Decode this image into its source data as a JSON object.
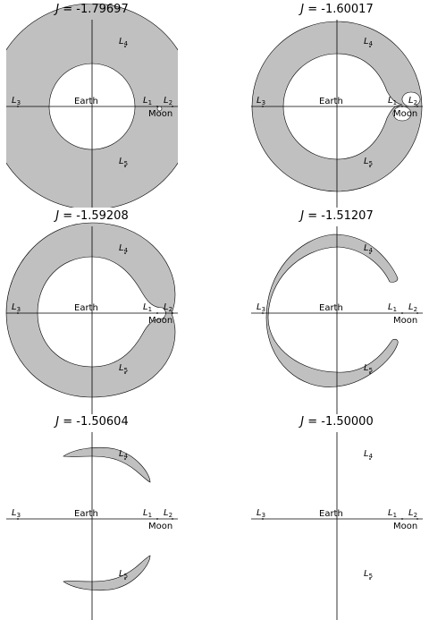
{
  "chart_data": {
    "type": "diagram",
    "panels": [
      {
        "J": "-1.79697",
        "title": "J = -1.79697",
        "title_var": "J",
        "title_value": "= -1.79697"
      },
      {
        "J": "-1.60017",
        "title": "J = -1.60017",
        "title_var": "J",
        "title_value": "= -1.60017"
      },
      {
        "J": "-1.59208",
        "title": "J = -1.59208",
        "title_var": "J",
        "title_value": "= -1.59208"
      },
      {
        "J": "-1.51207",
        "title": "J = -1.51207",
        "title_var": "J",
        "title_value": "= -1.51207"
      },
      {
        "J": "-1.50604",
        "title": "J = -1.50604",
        "title_var": "J",
        "title_value": "= -1.50604"
      },
      {
        "J": "-1.50000",
        "title": "J = -1.50000",
        "title_var": "J",
        "title_value": "= -1.50000"
      }
    ],
    "labels": {
      "earth": "Earth",
      "moon": "Moon",
      "l1": {
        "sym": "L",
        "sub": "1"
      },
      "l2": {
        "sym": "L",
        "sub": "2"
      },
      "l3": {
        "sym": "L",
        "sub": "3"
      },
      "l4": {
        "sym": "L",
        "sub": "4"
      },
      "l5": {
        "sym": "L",
        "sub": "5"
      }
    },
    "colors": {
      "forbidden_region": "#c0c0c0",
      "outline": "#000000",
      "axes": "#000000"
    },
    "axes": {
      "x_range": [
        -1.2,
        1.2
      ],
      "y_range": [
        -1.2,
        1.2
      ]
    }
  }
}
